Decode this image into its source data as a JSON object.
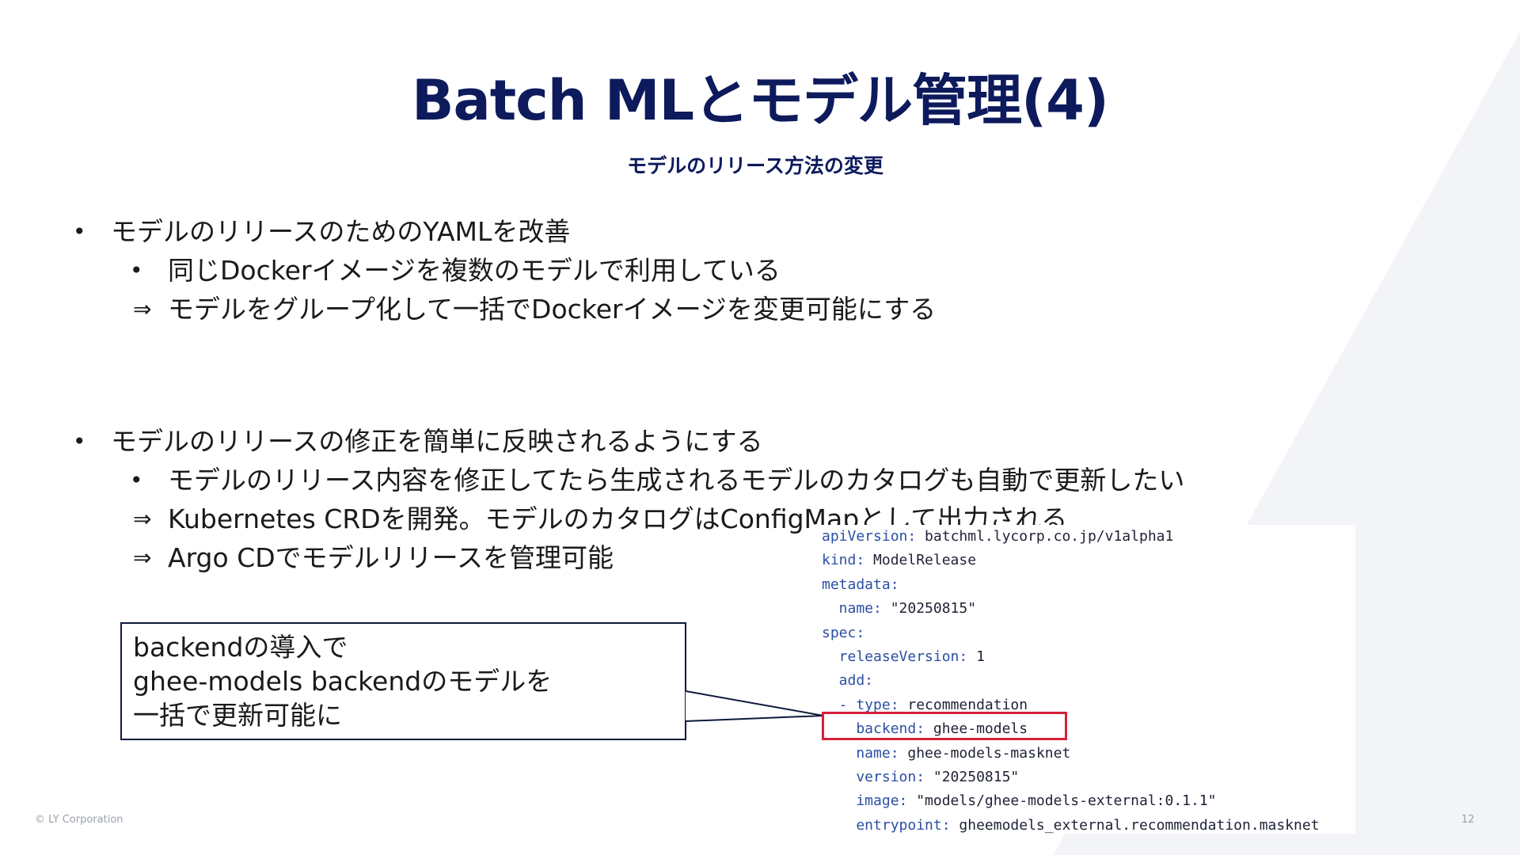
{
  "slide": {
    "title": "Batch MLとモデル管理(4)",
    "subtitle": "モデルのリリース方法の変更"
  },
  "bullets": {
    "b1": {
      "marker": "•",
      "text": "モデルのリリースのためのYAMLを改善",
      "sub": {
        "marker": "•",
        "text": "同じDockerイメージを複数のモデルで利用している"
      },
      "arrows": [
        {
          "marker": "⇒",
          "text": "モデルをグループ化して一括でDockerイメージを変更可能にする"
        }
      ]
    },
    "b2": {
      "marker": "•",
      "text": "モデルのリリースの修正を簡単に反映されるようにする",
      "sub": {
        "marker": "•",
        "text": "モデルのリリース内容を修正してたら生成されるモデルのカタログも自動で更新したい"
      },
      "arrows": [
        {
          "marker": "⇒",
          "text": "Kubernetes CRDを開発。モデルのカタログはConfigMapとして出力される"
        },
        {
          "marker": "⇒",
          "text": "Argo CDでモデルリリースを管理可能"
        }
      ]
    }
  },
  "callout": {
    "lines": [
      "backendの導入で",
      "ghee-models backendのモデルを",
      "一括で更新可能に"
    ]
  },
  "code": {
    "lines": [
      {
        "key": "apiVersion:",
        "value": " batchml.lycorp.co.jp/v1alpha1"
      },
      {
        "key": "kind:",
        "value": " ModelRelease"
      },
      {
        "key": "metadata:",
        "value": ""
      },
      {
        "key": "  name:",
        "value": " \"20250815\""
      },
      {
        "key": "spec:",
        "value": ""
      },
      {
        "key": "  releaseVersion:",
        "value": " 1"
      },
      {
        "key": "  add:",
        "value": ""
      },
      {
        "key": "  - type:",
        "value": " recommendation"
      },
      {
        "key": "    backend:",
        "value": " ghee-models"
      },
      {
        "key": "    name:",
        "value": " ghee-models-masknet"
      },
      {
        "key": "    version:",
        "value": " \"20250815\""
      },
      {
        "key": "    image:",
        "value": " \"models/ghee-models-external:0.1.1\""
      },
      {
        "key": "    entrypoint:",
        "value": " gheemodels_external.recommendation.masknet"
      }
    ],
    "highlighted_line": "backend: ghee-models"
  },
  "footer": {
    "copyright": "© LY Corporation",
    "page_number": "12"
  },
  "colors": {
    "title": "#0d1a5c",
    "highlight_border": "#d6213b",
    "code_key": "#2b4fa3",
    "background_shape": "#f3f4f7"
  }
}
